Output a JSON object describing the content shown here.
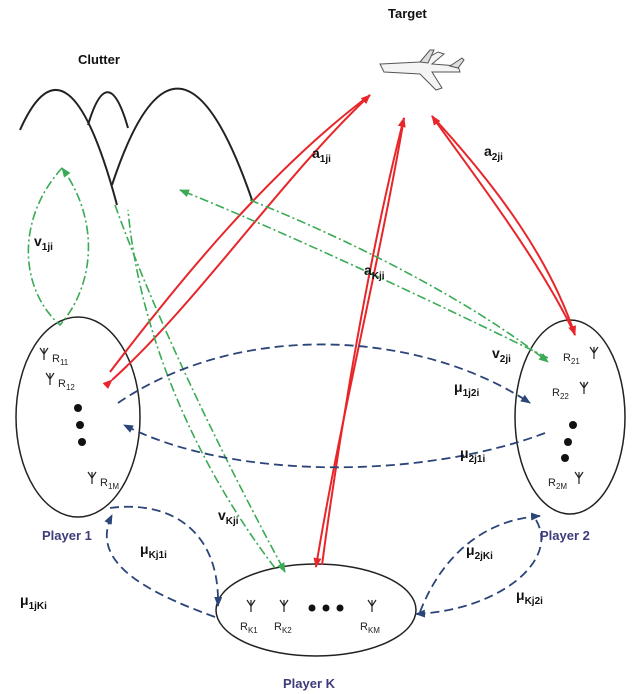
{
  "title_target": "Target",
  "title_clutter": "Clutter",
  "players": {
    "p1": {
      "name": "Player 1",
      "antennas": [
        {
          "base": "R",
          "sub": "11"
        },
        {
          "base": "R",
          "sub": "12"
        },
        {
          "base": "R",
          "sub": "1M"
        }
      ]
    },
    "p2": {
      "name": "Player 2",
      "antennas": [
        {
          "base": "R",
          "sub": "21"
        },
        {
          "base": "R",
          "sub": "22"
        },
        {
          "base": "R",
          "sub": "2M"
        }
      ]
    },
    "pk": {
      "name": "Player K",
      "antennas": [
        {
          "base": "R",
          "sub": "K1"
        },
        {
          "base": "R",
          "sub": "K2"
        },
        {
          "base": "R",
          "sub": "KM"
        }
      ]
    }
  },
  "links": {
    "a1": {
      "base": "a",
      "sub": "1ji"
    },
    "a2": {
      "base": "a",
      "sub": "2ji"
    },
    "aK": {
      "base": "a",
      "sub": "Kji"
    },
    "v1": {
      "base": "v",
      "sub": "1ji"
    },
    "v2": {
      "base": "v",
      "sub": "2ji"
    },
    "vK": {
      "base": "v",
      "sub": "Kji"
    },
    "mu12": {
      "base": "μ",
      "sub": "1j2i"
    },
    "mu21": {
      "base": "μ",
      "sub": "2j1i"
    },
    "muK1": {
      "base": "μ",
      "sub": "Kj1i"
    },
    "mu1K": {
      "base": "μ",
      "sub": "1jKi"
    },
    "mu2K": {
      "base": "μ",
      "sub": "2jKi"
    },
    "muK2": {
      "base": "μ",
      "sub": "Kj2i"
    }
  },
  "colors": {
    "target_link": "#e8262a",
    "clutter_link": "#3aaa55",
    "player_link": "#2b4578",
    "outline": "#222222",
    "player_label": "#3d3b7a"
  }
}
